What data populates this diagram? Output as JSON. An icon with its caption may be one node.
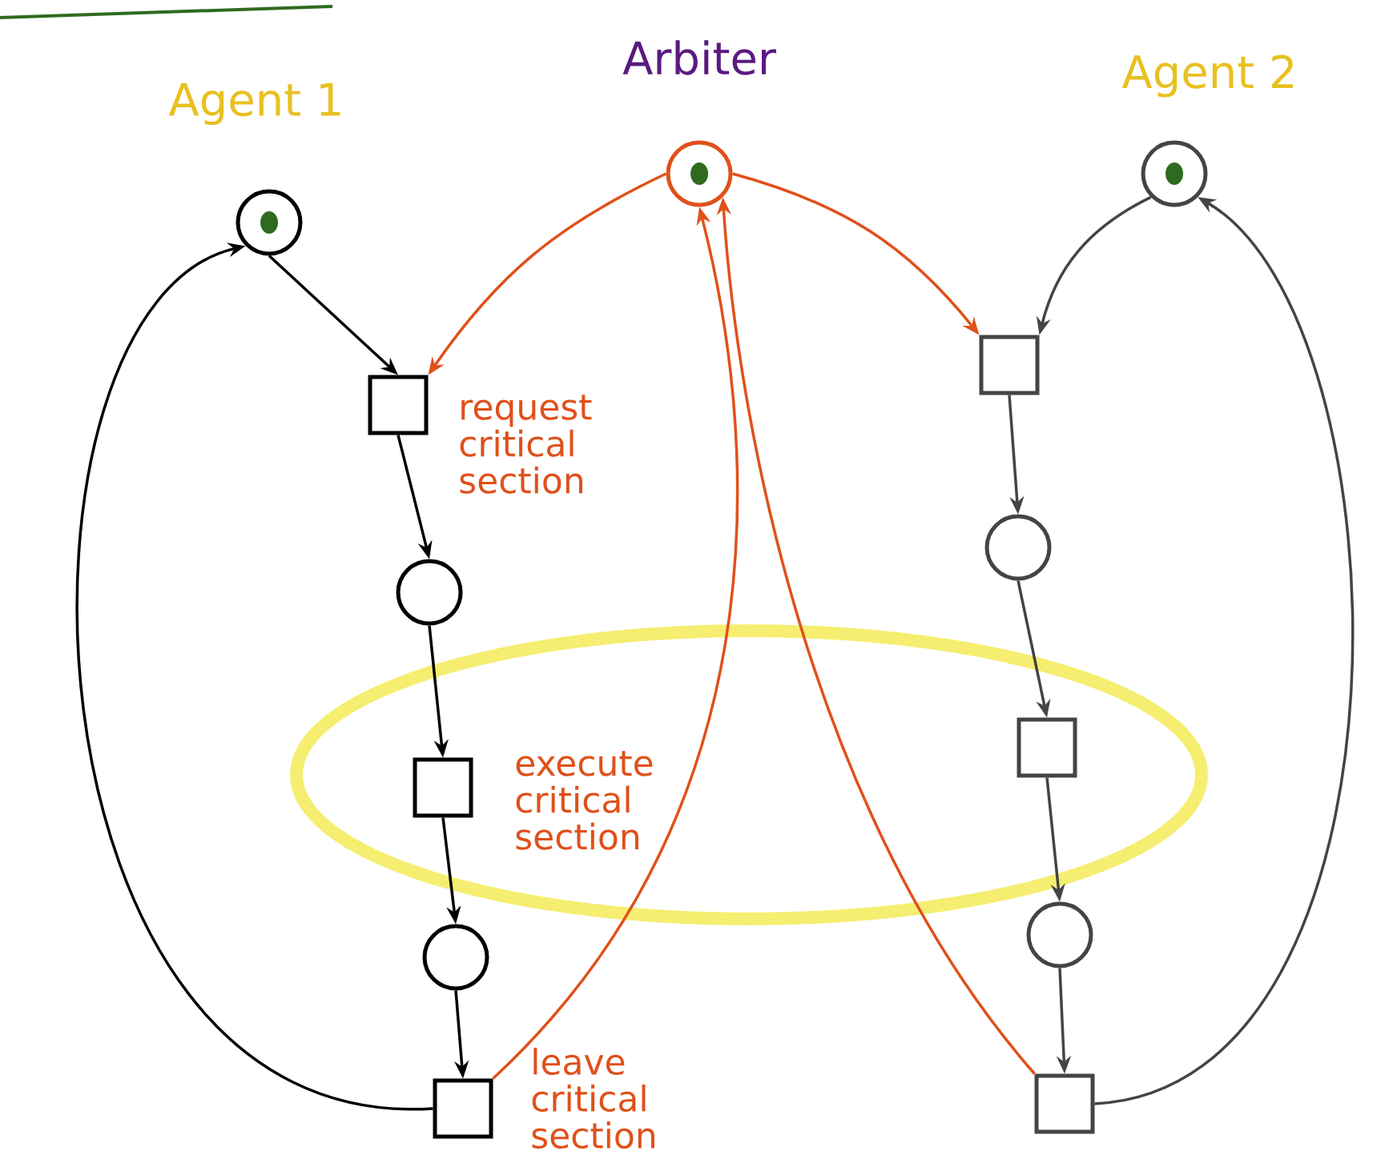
{
  "diagram": {
    "nodes": [
      {
        "text": [],
        "shape": "circle",
        "beside": [
          "Arbiter"
        ]
      },
      {
        "text": [],
        "shape": "circle",
        "beside": [
          "Agent 1"
        ]
      },
      {
        "text": [],
        "shape": "box",
        "beside": [
          "request critical section"
        ]
      },
      {
        "text": [],
        "shape": "circle"
      },
      {
        "text": [],
        "shape": "box",
        "beside": [
          "execute critical section"
        ]
      },
      {
        "text": [],
        "shape": "circle"
      },
      {
        "text": [],
        "shape": "box",
        "beside": [
          "leave critical section"
        ]
      },
      {
        "text": [],
        "shape": "circle",
        "beside": [
          "Agent 2"
        ]
      },
      {
        "text": [],
        "shape": "box"
      },
      {
        "text": [],
        "shape": "circle"
      },
      {
        "text": [],
        "shape": "box"
      },
      {
        "text": [],
        "shape": "circle"
      },
      {
        "text": [],
        "shape": "box"
      }
    ],
    "edges": [
      {
        "from": 1,
        "to": 2,
        "arrow": "to"
      },
      {
        "from": 2,
        "to": 3,
        "arrow": "to"
      },
      {
        "from": 3,
        "to": 4,
        "arrow": "to"
      },
      {
        "from": 4,
        "to": 5,
        "arrow": "to"
      },
      {
        "from": 5,
        "to": 6,
        "arrow": "to"
      },
      {
        "from": 6,
        "to": 1,
        "arrow": "to"
      },
      {
        "from": 0,
        "to": 2,
        "arrow": "to",
        "color": "#e0501a"
      },
      {
        "from": 0,
        "to": 8,
        "arrow": "to",
        "color": "#e0501a"
      },
      {
        "from": 6,
        "to": 0,
        "arrow": "to",
        "color": "#e0501a"
      },
      {
        "from": 12,
        "to": 0,
        "arrow": "to",
        "color": "#e0501a"
      },
      {
        "from": 7,
        "to": 8,
        "arrow": "to",
        "color": "#444444"
      },
      {
        "from": 8,
        "to": 9,
        "arrow": "to",
        "color": "#444444"
      },
      {
        "from": 9,
        "to": 10,
        "arrow": "to",
        "color": "#444444"
      },
      {
        "from": 10,
        "to": 11,
        "arrow": "to",
        "color": "#444444"
      },
      {
        "from": 11,
        "to": 12,
        "arrow": "to",
        "color": "#444444"
      },
      {
        "from": 12,
        "to": 7,
        "arrow": "to",
        "color": "#444444"
      }
    ]
  }
}
